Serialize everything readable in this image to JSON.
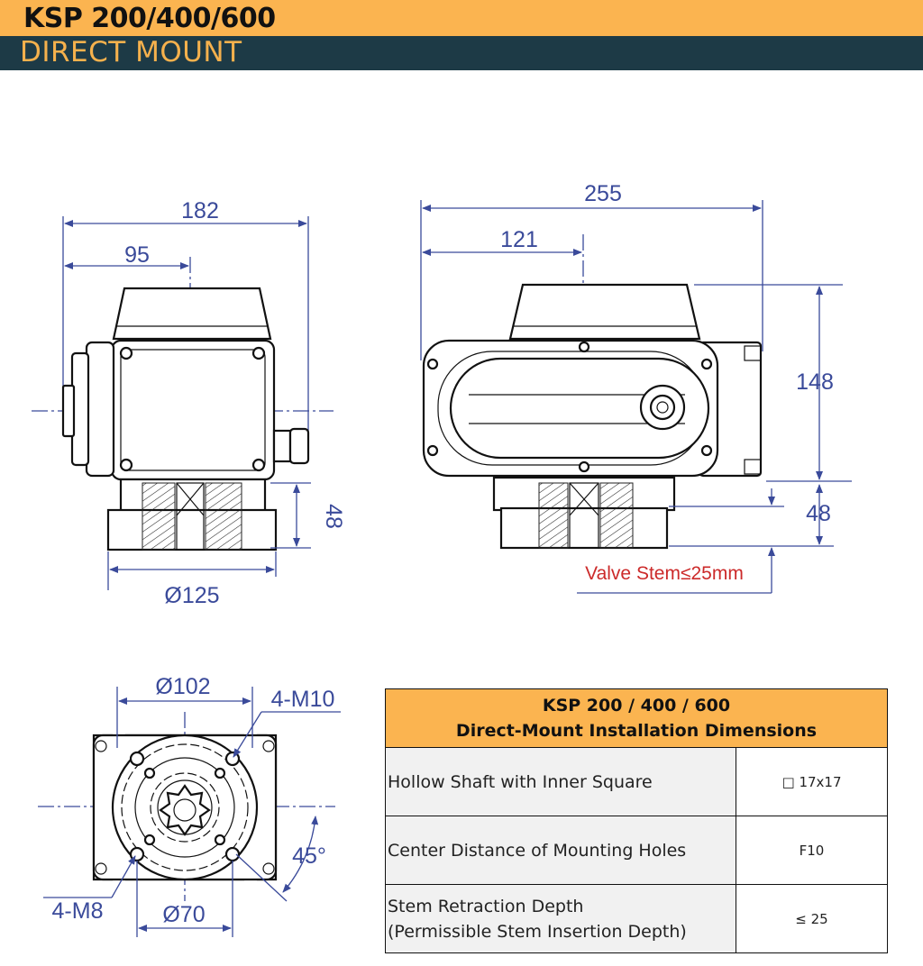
{
  "header": {
    "title": "KSP 200/400/600",
    "subtitle": "DIRECT MOUNT"
  },
  "front_view": {
    "width": "182",
    "offset": "95",
    "flange_height": "48",
    "flange_dia": "Ø125"
  },
  "side_view": {
    "width": "255",
    "offset": "121",
    "height": "148",
    "flange_height": "48",
    "valve_stem": "Valve Stem≤25mm"
  },
  "bottom_view": {
    "pcd_outer": "Ø102",
    "holes_outer": "4-M10",
    "holes_inner": "4-M8",
    "pcd_inner": "Ø70",
    "angle": "45°"
  },
  "table": {
    "title_line1": "KSP 200 / 400 / 600",
    "title_line2": "Direct-Mount Installation Dimensions",
    "rows": [
      {
        "label": "Hollow Shaft with Inner Square",
        "value": "□ 17x17"
      },
      {
        "label": "Center Distance of Mounting Holes",
        "value": "F10"
      },
      {
        "label": "Stem Retraction Depth",
        "label2": "(Permissible Stem Insertion Depth)",
        "value": "≤ 25"
      }
    ]
  },
  "colors": {
    "header_orange": "#fbb450",
    "header_navy": "#1d3a46",
    "dimension_blue": "#3a4a9a",
    "note_red": "#cc2a2a"
  }
}
